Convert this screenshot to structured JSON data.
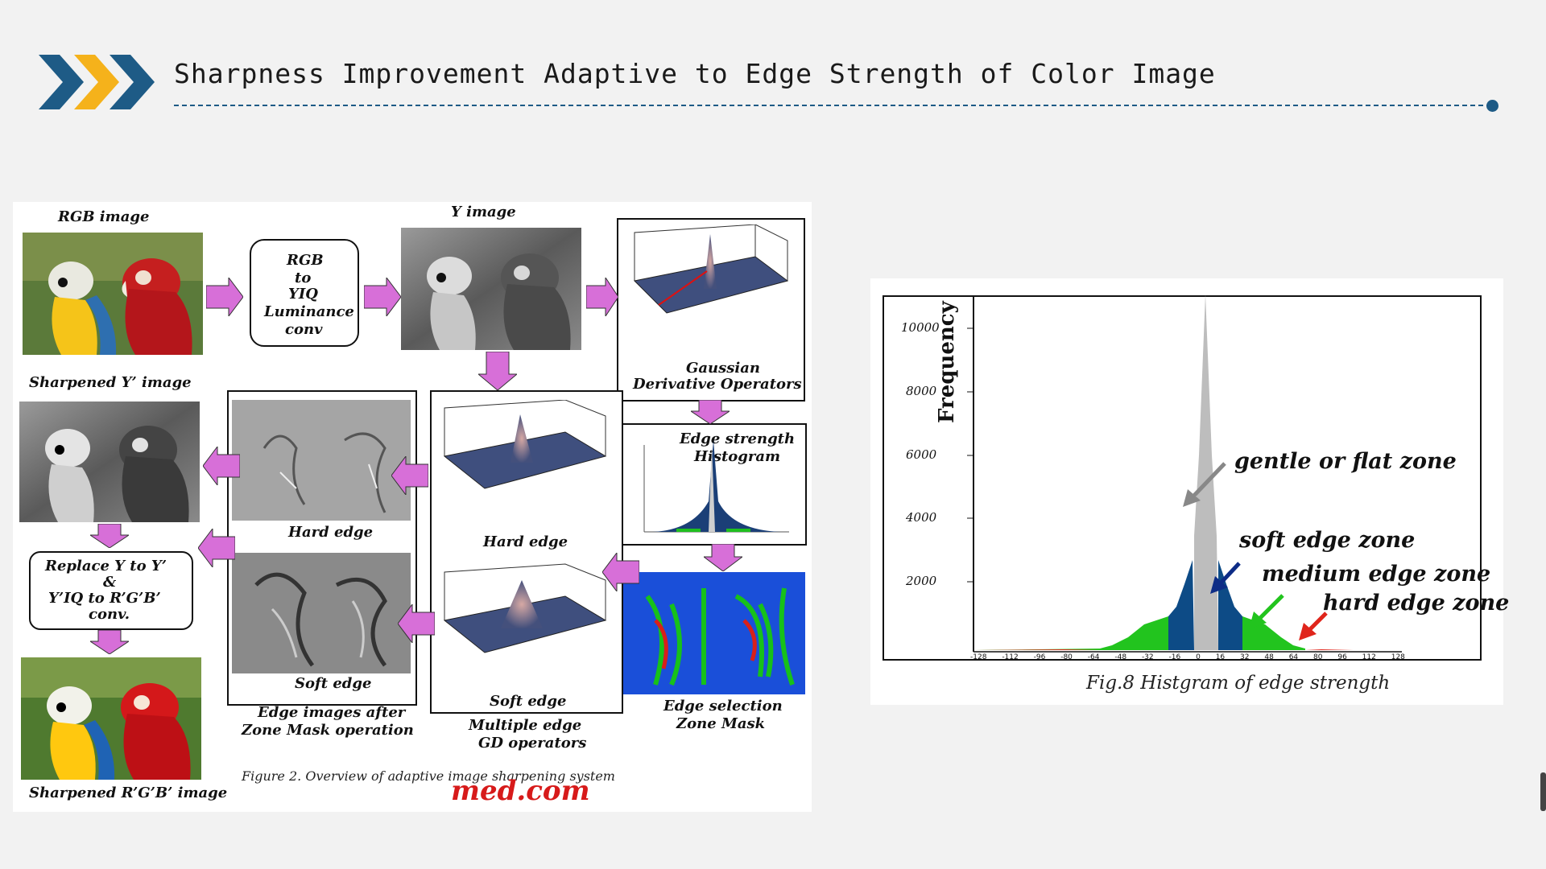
{
  "slide": {
    "title": "Sharpness Improvement Adaptive to Edge Strength of Color Image",
    "colors": {
      "accent_blue": "#1e5b86",
      "accent_yellow": "#f5b21b",
      "arrow_magenta": "#d76fd8"
    }
  },
  "figure2": {
    "labels": {
      "rgb_image": "RGB image",
      "y_image": "Y image",
      "conv_line1": "RGB",
      "conv_line2": "to",
      "conv_line3": "YIQ",
      "conv_line4": "Luminance",
      "conv_line5": "conv",
      "gaussian_line1": "Gaussian",
      "gaussian_line2": "Derivative Operators",
      "sharpened_y": "Sharpened Y’ image",
      "hard_edge_a": "Hard edge",
      "hard_edge_b": "Hard edge",
      "soft_edge_a": "Soft edge",
      "soft_edge_b": "Soft edge",
      "edge_strength_line1": "Edge strength",
      "edge_strength_line2": "Histogram",
      "replace_line1": "Replace Y to Y’",
      "replace_line2": "&",
      "replace_line3": "Y’IQ to R’G’B’",
      "replace_line4": "conv.",
      "edge_images_line1": "Edge images after",
      "edge_images_line2": "Zone Mask operation",
      "multiple_line1": "Multiple edge",
      "multiple_line2": "GD operators",
      "zone_mask_line1": "Edge selection",
      "zone_mask_line2": "Zone Mask",
      "sharpened_rgb": "Sharpened R’G’B’ image"
    },
    "caption": "Figure 2. Overview of adaptive image sharpening system",
    "watermark": "med.com"
  },
  "histogram": {
    "y_axis_label": "Frequency",
    "y_ticks": [
      "10000",
      "8000",
      "6000",
      "4000",
      "2000"
    ],
    "x_ticks": [
      "-128",
      "-112",
      "-96",
      "-80",
      "-64",
      "-48",
      "-32",
      "-16",
      "0",
      "16",
      "32",
      "48",
      "64",
      "80",
      "96",
      "112",
      "128"
    ],
    "zones": {
      "gentle": "gentle or flat zone",
      "soft": "soft edge zone",
      "medium": "medium edge zone",
      "hard": "hard edge zone"
    },
    "caption": "Fig.8 Histgram of edge strength",
    "colors": {
      "gentle": "#bdbdbd",
      "soft": "#0d4b86",
      "medium": "#22c41e",
      "hard": "#e0251b"
    }
  }
}
